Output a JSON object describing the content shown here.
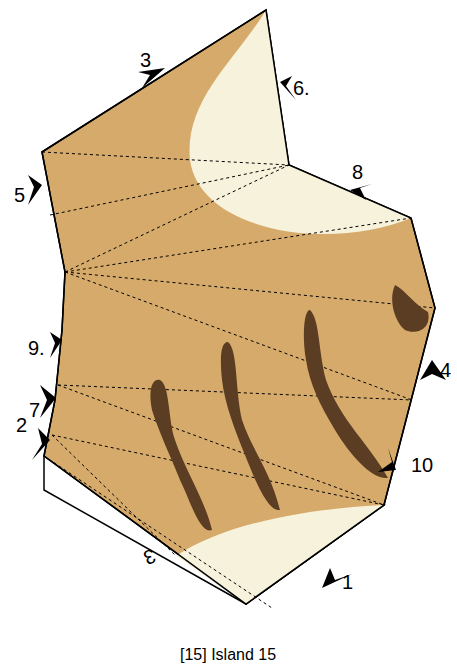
{
  "diagram": {
    "caption": "[15] Island 15",
    "labels": [
      "3",
      "6.",
      "8",
      "5",
      "9.",
      "4",
      "7",
      "2",
      "10",
      "3",
      "1"
    ]
  }
}
